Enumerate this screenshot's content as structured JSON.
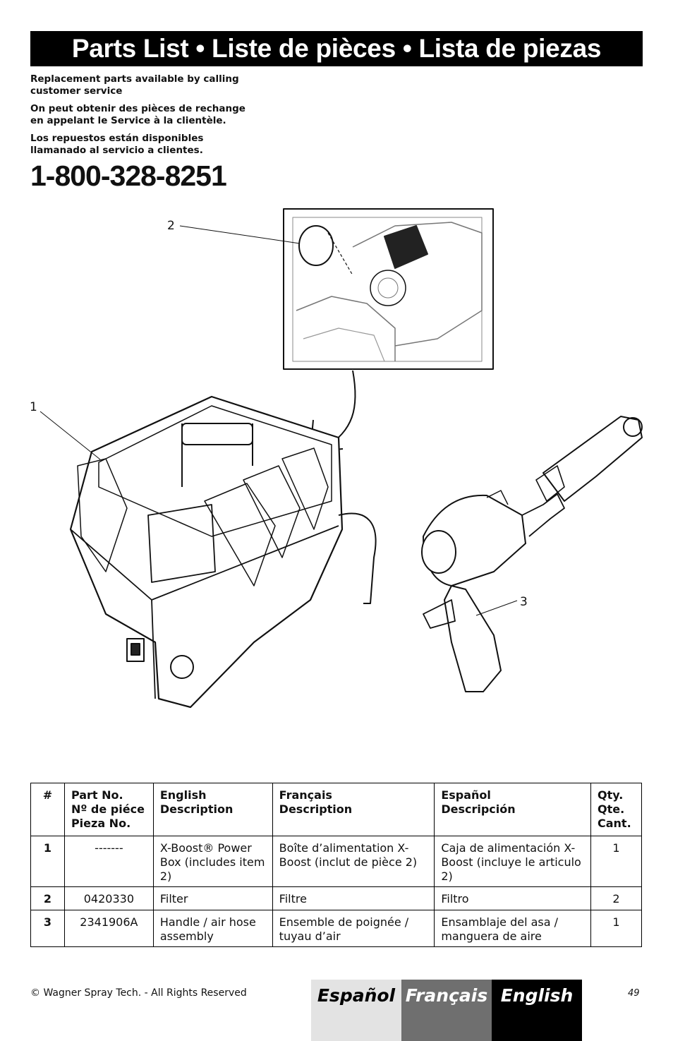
{
  "title": "Parts List • Liste de pièces • Lista de piezas",
  "intro": {
    "en": "Replacement parts available by calling customer service",
    "fr": "On peut obtenir des pièces de rechange en appelant le Service à la clientèle.",
    "es": "Los repuestos están disponibles llamanado al servicio a clientes."
  },
  "phone": "1-800-328-8251",
  "callouts": {
    "c1": "1",
    "c2": "2",
    "c3": "3"
  },
  "table": {
    "headers": {
      "num": "#",
      "part": [
        "Part No.",
        "Nº de piéce",
        "Pieza No."
      ],
      "english": [
        "English",
        "Description"
      ],
      "french": [
        "Français",
        "Description"
      ],
      "spanish": [
        "Español",
        "Descripción"
      ],
      "qty": [
        "Qty.",
        "Qte.",
        "Cant."
      ]
    },
    "rows": [
      {
        "num": "1",
        "part": "-------",
        "english": "X-Boost® Power Box (includes item 2)",
        "french": "Boîte d’alimentation X-Boost (inclut de pièce 2)",
        "spanish": "Caja de alimentación X-Boost (incluye le articulo 2)",
        "qty": "1"
      },
      {
        "num": "2",
        "part": "0420330",
        "english": "Filter",
        "french": "Filtre",
        "spanish": "Filtro",
        "qty": "2"
      },
      {
        "num": "3",
        "part": "2341906A",
        "english": "Handle / air hose assembly",
        "french": "Ensemble de poignée / tuyau d’air",
        "spanish": "Ensamblaje del asa / manguera de aire",
        "qty": "1"
      }
    ]
  },
  "footer": {
    "copyright": "© Wagner Spray Tech. - All Rights Reserved",
    "languages": {
      "es": "Español",
      "fr": "Français",
      "en": "English"
    },
    "page": "49"
  }
}
